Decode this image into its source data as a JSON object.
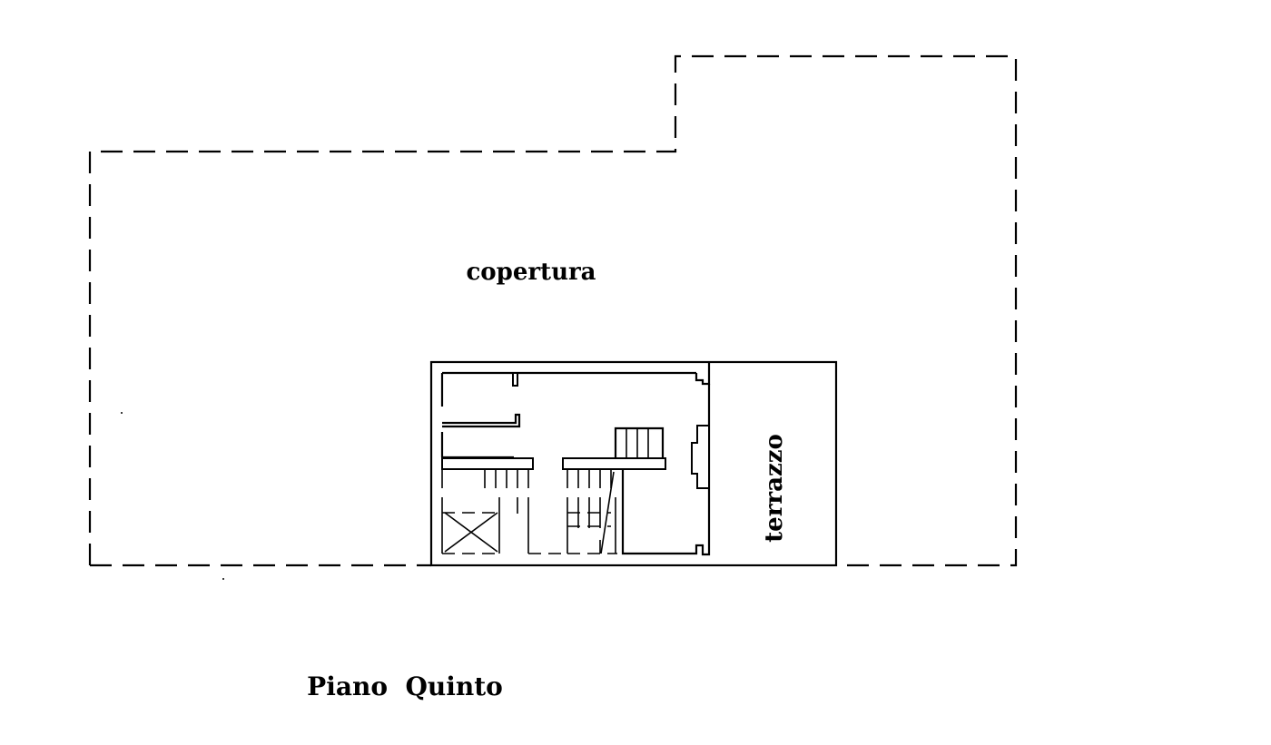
{
  "labels": {
    "roof": "copertura",
    "terrace": "terrazzo",
    "floor_title": "Piano  Quinto"
  },
  "colors": {
    "ink": "#000000",
    "background": "#ffffff"
  }
}
